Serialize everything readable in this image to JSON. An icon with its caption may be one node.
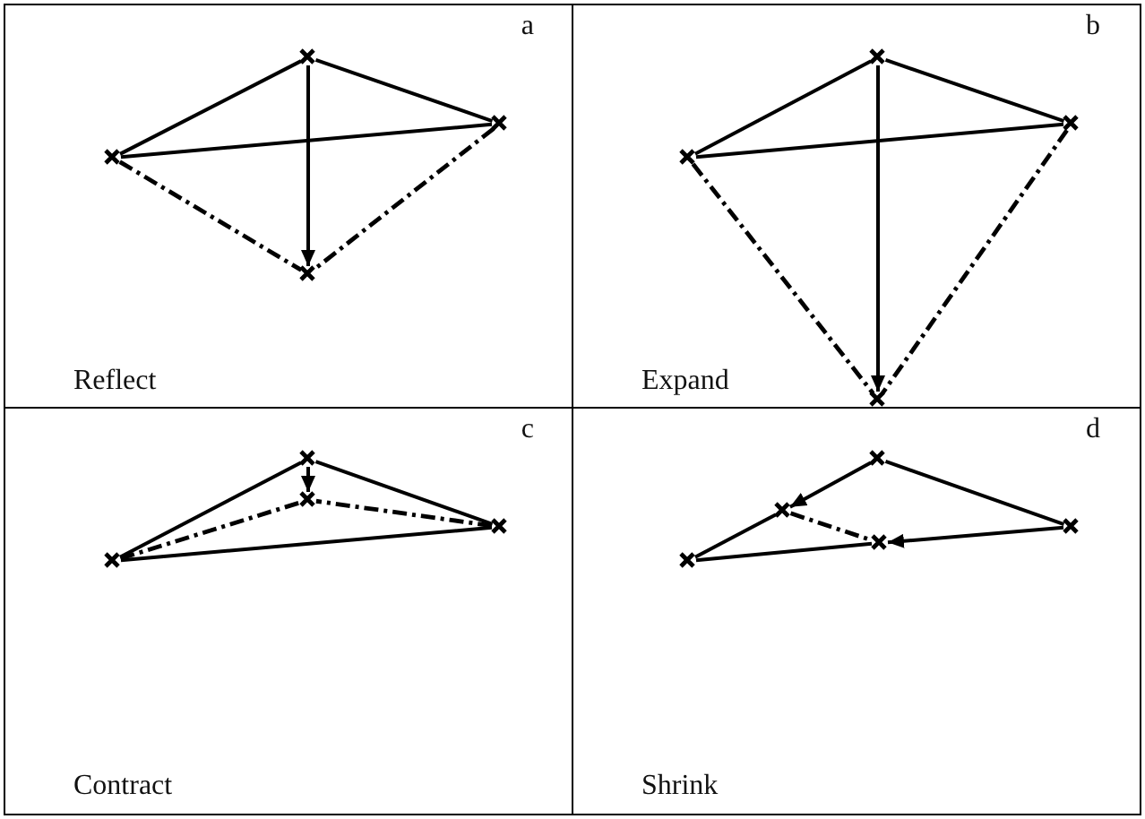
{
  "diagram": {
    "nodes": [
      {
        "text": [
          "a",
          "Reflect"
        ]
      },
      {
        "text": [],
        "shape": "point",
        "in": 0
      },
      {
        "text": [],
        "shape": "point",
        "in": 0
      },
      {
        "text": [],
        "shape": "point",
        "in": 0
      },
      {
        "text": [],
        "shape": "point",
        "in": 0
      },
      {
        "text": [
          "b",
          "Expand"
        ]
      },
      {
        "text": [],
        "shape": "point",
        "in": 5
      },
      {
        "text": [],
        "shape": "point",
        "in": 5
      },
      {
        "text": [],
        "shape": "point",
        "in": 5
      },
      {
        "text": [],
        "shape": "point",
        "in": 5
      },
      {
        "text": [
          "c",
          "Contract"
        ]
      },
      {
        "text": [],
        "shape": "point",
        "in": 10
      },
      {
        "text": [],
        "shape": "point",
        "in": 10
      },
      {
        "text": [],
        "shape": "point",
        "in": 10
      },
      {
        "text": [],
        "shape": "point",
        "in": 10
      },
      {
        "text": [
          "d",
          "Shrink"
        ]
      },
      {
        "text": [],
        "shape": "point",
        "in": 15
      },
      {
        "text": [],
        "shape": "point",
        "in": 15
      },
      {
        "text": [],
        "shape": "point",
        "in": 15
      },
      {
        "text": [],
        "shape": "point",
        "in": 15
      },
      {
        "text": [],
        "shape": "point",
        "in": 15
      }
    ],
    "edges": [
      {
        "from": 1,
        "to": 2,
        "arrow": "none"
      },
      {
        "from": 1,
        "to": 3,
        "arrow": "none"
      },
      {
        "from": 2,
        "to": 3,
        "arrow": "none"
      },
      {
        "from": 1,
        "to": 4,
        "arrow": "to"
      },
      {
        "from": 2,
        "to": 4,
        "arrow": "none",
        "style": "dashed"
      },
      {
        "from": 3,
        "to": 4,
        "arrow": "none",
        "style": "dashed"
      },
      {
        "from": 6,
        "to": 7,
        "arrow": "none"
      },
      {
        "from": 6,
        "to": 8,
        "arrow": "none"
      },
      {
        "from": 7,
        "to": 8,
        "arrow": "none"
      },
      {
        "from": 6,
        "to": 9,
        "arrow": "to"
      },
      {
        "from": 7,
        "to": 9,
        "arrow": "none",
        "style": "dashed"
      },
      {
        "from": 8,
        "to": 9,
        "arrow": "none",
        "style": "dashed"
      },
      {
        "from": 11,
        "to": 12,
        "arrow": "none"
      },
      {
        "from": 11,
        "to": 13,
        "arrow": "none"
      },
      {
        "from": 12,
        "to": 13,
        "arrow": "none"
      },
      {
        "from": 11,
        "to": 14,
        "arrow": "to"
      },
      {
        "from": 12,
        "to": 14,
        "arrow": "none",
        "style": "dashed"
      },
      {
        "from": 13,
        "to": 14,
        "arrow": "none",
        "style": "dashed"
      },
      {
        "from": 16,
        "to": 19,
        "arrow": "to"
      },
      {
        "from": 19,
        "to": 17,
        "arrow": "none"
      },
      {
        "from": 16,
        "to": 18,
        "arrow": "none"
      },
      {
        "from": 18,
        "to": 20,
        "arrow": "to"
      },
      {
        "from": 20,
        "to": 17,
        "arrow": "none"
      },
      {
        "from": 19,
        "to": 20,
        "arrow": "none",
        "style": "dashed"
      }
    ]
  }
}
